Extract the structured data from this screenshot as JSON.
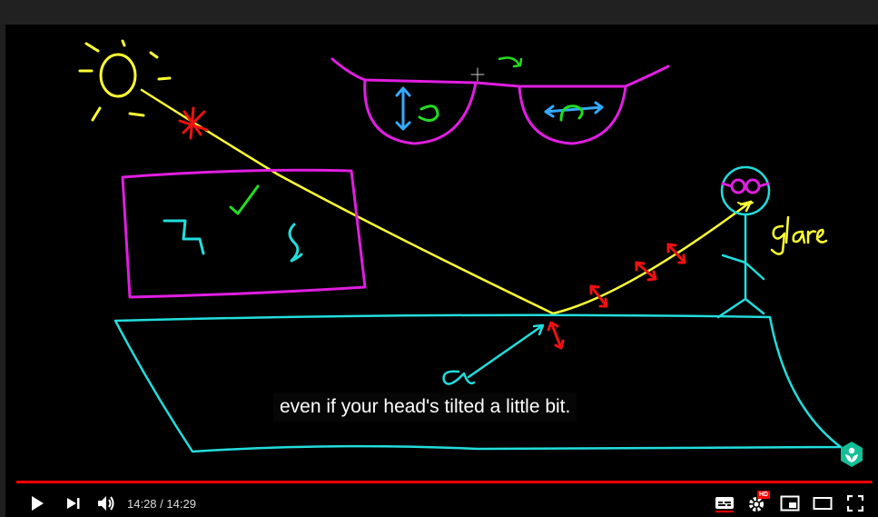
{
  "video": {
    "caption": "even if your head's tilted a little bit.",
    "annotation_label": "glare"
  },
  "controls": {
    "current_time": "14:28",
    "separator": "/",
    "duration": "14:29",
    "progress": 0.999,
    "hd_badge": "HD",
    "icons": {
      "play": "play-icon",
      "next": "next-icon",
      "volume": "volume-icon",
      "subtitles": "subtitles-icon",
      "settings": "settings-icon",
      "miniplayer": "miniplayer-icon",
      "theater": "theater-icon",
      "fullscreen": "fullscreen-icon"
    }
  },
  "colors": {
    "progress": "#ff0000",
    "drawing_yellow": "#ffff33",
    "drawing_magenta": "#e01ee0",
    "drawing_cyan": "#22dddd",
    "drawing_red": "#ee1111",
    "drawing_green": "#22dd22",
    "drawing_blue": "#33aaff",
    "logo_green": "#14bf96"
  }
}
